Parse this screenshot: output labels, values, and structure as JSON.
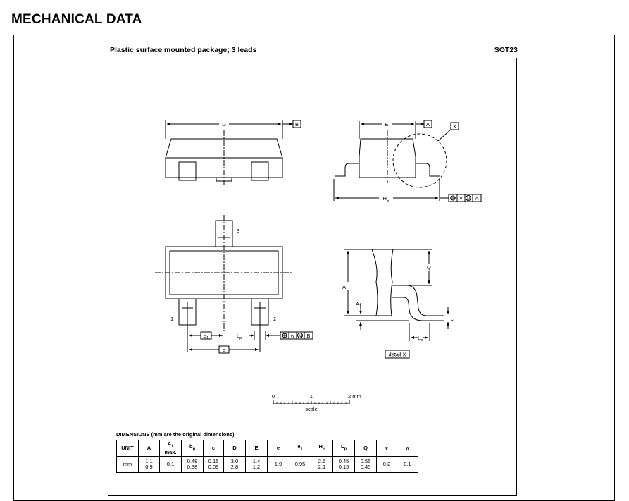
{
  "heading": "MECHANICAL DATA",
  "package": {
    "title": "Plastic surface mounted package; 3 leads",
    "code": "SOT23"
  },
  "labels": {
    "D": "D",
    "B": "B",
    "E": "E",
    "A_ref": "A",
    "X": "X",
    "HE": "H",
    "HE_sub": "E",
    "tol_v": "v",
    "tol_M": "M",
    "tol_A": "A",
    "pin1": "1",
    "pin2": "2",
    "pin3": "3",
    "e1": "e",
    "e1_sub": "1",
    "bp": "b",
    "bp_sub": "p",
    "e": "e",
    "tol_w": "w",
    "tol_M2": "M",
    "tol_B": "B",
    "Q": "Q",
    "A": "A",
    "A1": "A",
    "A1_sub": "1",
    "c": "c",
    "Lp": "L",
    "Lp_sub": "p",
    "detail": "detail X"
  },
  "scale": {
    "t0": "0",
    "t1": "1",
    "t2": "2 mm",
    "label": "scale"
  },
  "dimensions": {
    "title": "DIMENSIONS (mm are the original dimensions)",
    "headers": {
      "unit": "UNIT",
      "A": "A",
      "A1": "A",
      "A1_sub": "1",
      "A1_note": "max.",
      "bp": "b",
      "bp_sub": "p",
      "c": "c",
      "D": "D",
      "E": "E",
      "e": "e",
      "e1": "e",
      "e1_sub": "1",
      "HE": "H",
      "HE_sub": "E",
      "Lp": "L",
      "Lp_sub": "p",
      "Q": "Q",
      "v": "v",
      "w": "w"
    },
    "row": {
      "unit": "mm",
      "A_max": "1.1",
      "A_min": "0.9",
      "A1": "0.1",
      "bp_max": "0.48",
      "bp_min": "0.38",
      "c_max": "0.15",
      "c_min": "0.09",
      "D_max": "3.0",
      "D_min": "2.8",
      "E_max": "1.4",
      "E_min": "1.2",
      "e": "1.9",
      "e1": "0.95",
      "HE_max": "2.5",
      "HE_min": "2.1",
      "Lp_max": "0.45",
      "Lp_min": "0.15",
      "Q_max": "0.55",
      "Q_min": "0.45",
      "v": "0.2",
      "w": "0.1"
    }
  }
}
